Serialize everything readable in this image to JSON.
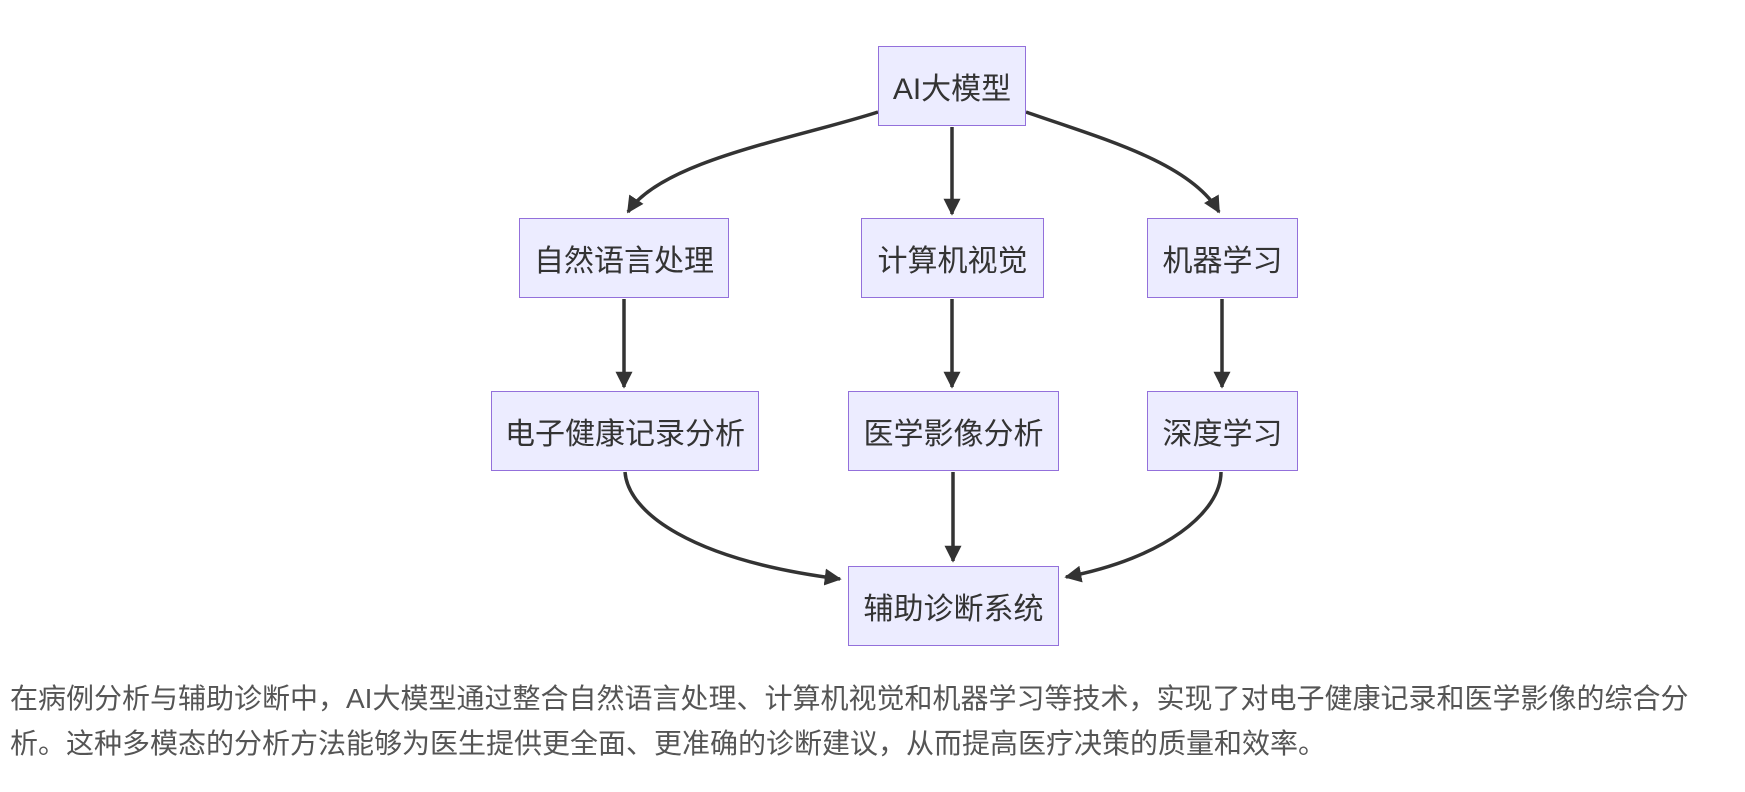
{
  "diagram": {
    "type": "flowchart-top-down",
    "nodes": {
      "ai": {
        "label": "AI大模型"
      },
      "nlp": {
        "label": "自然语言处理"
      },
      "cv": {
        "label": "计算机视觉"
      },
      "ml": {
        "label": "机器学习"
      },
      "ehr": {
        "label": "电子健康记录分析"
      },
      "mia": {
        "label": "医学影像分析"
      },
      "dl": {
        "label": "深度学习"
      },
      "dx": {
        "label": "辅助诊断系统"
      }
    },
    "edges": [
      {
        "from": "AI大模型",
        "to": "自然语言处理"
      },
      {
        "from": "AI大模型",
        "to": "计算机视觉"
      },
      {
        "from": "AI大模型",
        "to": "机器学习"
      },
      {
        "from": "自然语言处理",
        "to": "电子健康记录分析"
      },
      {
        "from": "计算机视觉",
        "to": "医学影像分析"
      },
      {
        "from": "机器学习",
        "to": "深度学习"
      },
      {
        "from": "电子健康记录分析",
        "to": "辅助诊断系统"
      },
      {
        "from": "医学影像分析",
        "to": "辅助诊断系统"
      },
      {
        "from": "深度学习",
        "to": "辅助诊断系统"
      }
    ],
    "colors": {
      "node_fill": "#ECECFF",
      "node_border": "#9370DB",
      "node_text": "#333333",
      "edge": "#333333",
      "background": "#FFFFFF",
      "caption_text": "#555555"
    }
  },
  "caption": {
    "line1": "在病例分析与辅助诊断中，AI大模型通过整合自然语言处理、计算机视觉和机器学习等技术，实现了对电子健康记录和医学影像的综合分",
    "line2": "析。这种多模态的分析方法能够为医生提供更全面、更准确的诊断建议，从而提高医疗决策的质量和效率。"
  }
}
